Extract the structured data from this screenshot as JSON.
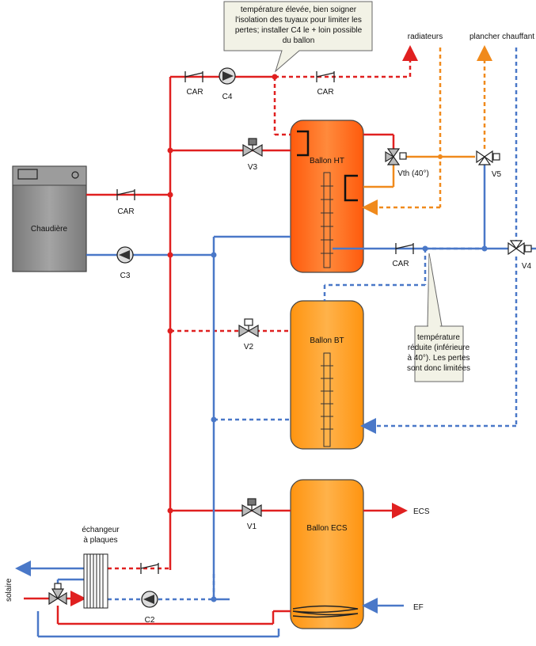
{
  "boiler": {
    "label": "Chaudière"
  },
  "tanks": {
    "ht": "Ballon HT",
    "bt": "Ballon BT",
    "ecs": "Ballon ECS"
  },
  "pumps": {
    "c4": "C4",
    "c3": "C3",
    "c2": "C2"
  },
  "valves": {
    "v1": "V1",
    "v2": "V2",
    "v3": "V3",
    "v4": "V4",
    "v5": "V5",
    "vth": "Vth (40°)"
  },
  "check_valves": {
    "car_top_left": "CAR",
    "car_top_right": "CAR",
    "car_boiler": "CAR",
    "car_ht_return": "CAR"
  },
  "outputs": {
    "radiateurs": "radiateurs",
    "plancher": "plancher chauffant",
    "ecs": "ECS",
    "ef": "EF",
    "solaire": "solaire",
    "exchanger_line1": "échangeur",
    "exchanger_line2": "à plaques"
  },
  "callouts": {
    "top": [
      "température élevée, bien soigner",
      "l'isolation des tuyaux pour limiter les",
      "pertes; installer C4 le + loin possible",
      "du ballon"
    ],
    "right": [
      "température",
      "réduite (inférieure",
      "à 40°). Les pertes",
      "sont donc limitées"
    ]
  },
  "colors": {
    "hot": "#e02020",
    "cold": "#4a78c8",
    "orange": "#f08a1c",
    "tank_ht": "#ff6a18",
    "tank_bt": "#ff9a1c",
    "boiler": "#8e8e8e",
    "callout": "#f2f2e6"
  }
}
